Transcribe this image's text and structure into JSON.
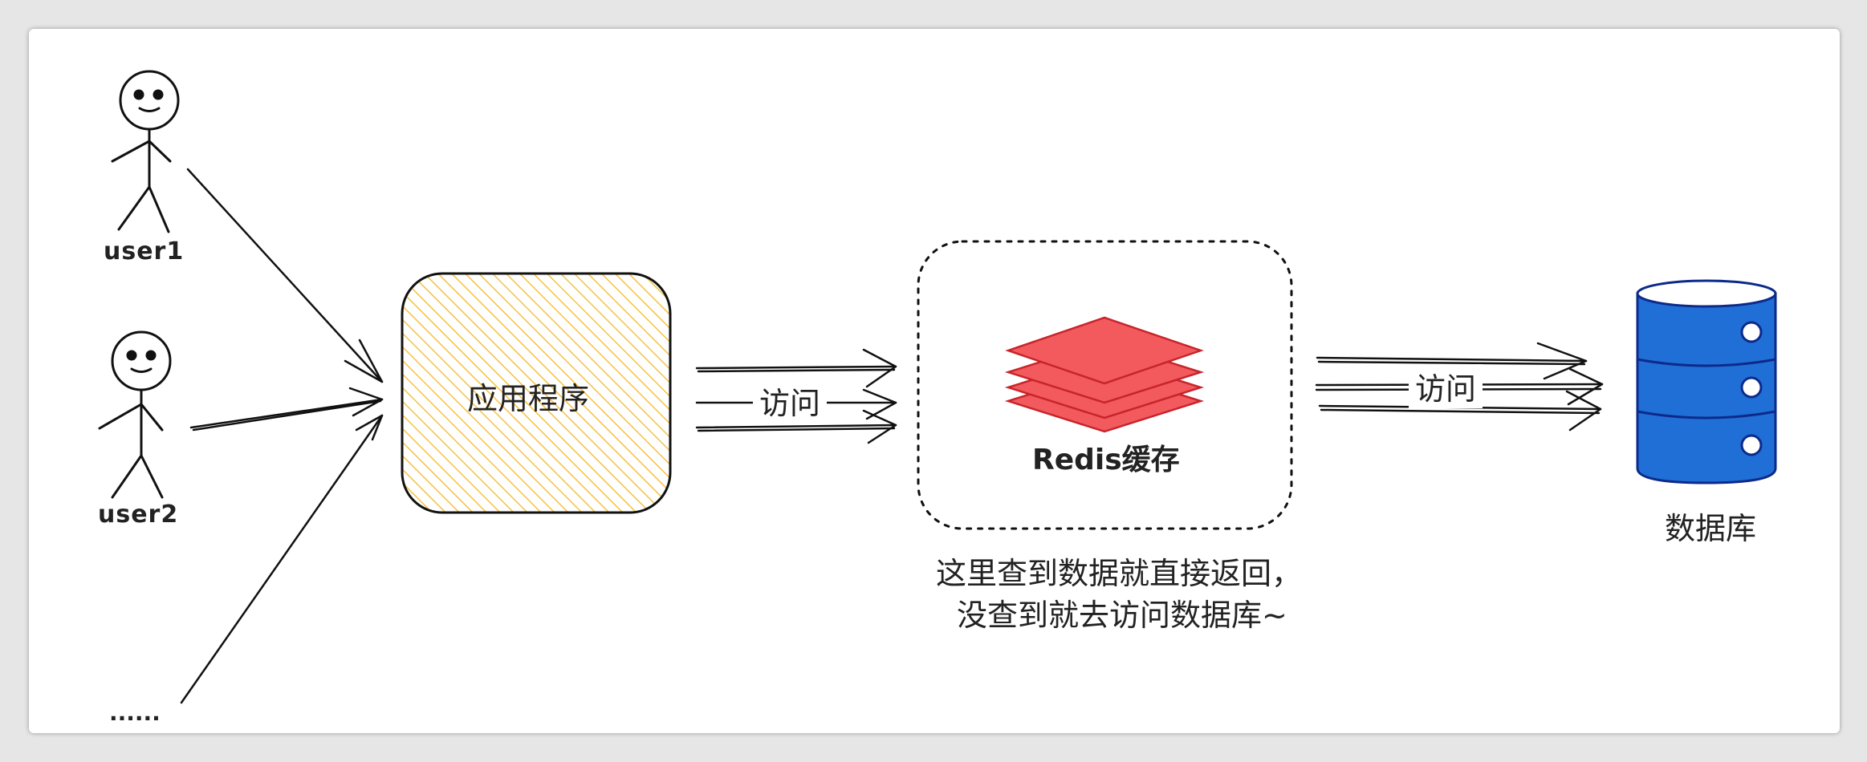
{
  "actors": [
    {
      "name": "user1"
    },
    {
      "name": "user2"
    },
    {
      "name": "......"
    }
  ],
  "app_box": {
    "label": "应用程序",
    "fill": "#f5c242",
    "stroke": "#111111"
  },
  "arrow_access_1": {
    "label": "访问"
  },
  "redis_box": {
    "label": "Redis缓存",
    "fill": "#f25a5e",
    "stroke": "#c8242b"
  },
  "arrow_access_2": {
    "label": "访问"
  },
  "database": {
    "label": "数据库",
    "fill": "#1f6fd6",
    "stroke": "#0d2a8a"
  },
  "note": {
    "line1": "这里查到数据就直接返回，",
    "line2": "没查到就去访问数据库~"
  }
}
